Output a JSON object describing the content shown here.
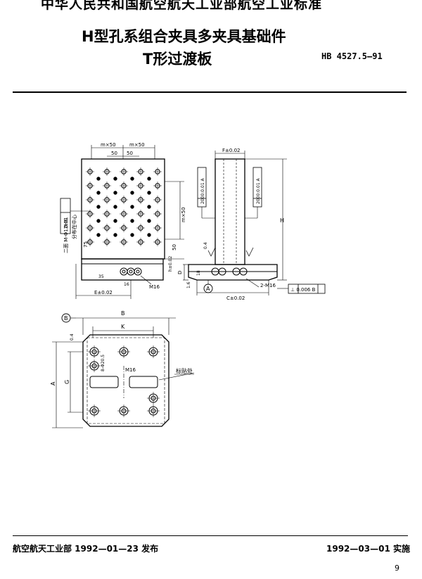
{
  "header": {
    "organization": "中华人民共和国航空航天工业部航空工业标准",
    "title_line1": "H型孔系组合夹具多夹具基础件",
    "title_line2": "T形过渡板",
    "standard_number": "HB 4527.5—91"
  },
  "drawing": {
    "front_view": {
      "top_dims": [
        "m×50",
        "m×50",
        "50",
        "50"
      ],
      "left_tolerance": "0.01",
      "left_hole_label": "二面 M-Φ12H6",
      "left_hole_label2": "分布在中心",
      "right_dim": "m×50",
      "right_small": "50",
      "bottom_labels": [
        "h±0.02",
        "35",
        "16",
        "M16"
      ],
      "bottom_dim": "E±0.02",
      "left_small": "75"
    },
    "side_view": {
      "top_dim": "F±0.02",
      "flatness_left": "2000:0.01 A",
      "flatness_right": "2000:0.01 A",
      "height_dim": "H",
      "dim_d": "D",
      "dim_18": "18",
      "roughness": "0.4",
      "thread": "2-M16",
      "datum_a": "A",
      "bottom_dim": "C±0.02",
      "perp_tolerance": "⊥ 0.006 B",
      "roughness_small": "1.6"
    },
    "bottom_view": {
      "datum_b": "B",
      "dim_b": "B",
      "dim_k": "K",
      "dim_a": "A",
      "dim_g": "G",
      "hole_label": "8-Φ20.5",
      "center_label": "M16",
      "mark_note": "标贴处",
      "roughness": "0.4"
    }
  },
  "footer": {
    "issued": "航空航天工业部 1992—01—23 发布",
    "implemented": "1992—03—01 实施",
    "page_number": "9"
  }
}
